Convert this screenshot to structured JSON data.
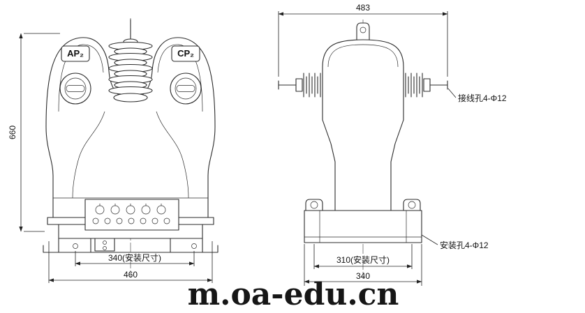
{
  "front_view": {
    "terminal_label_left": "AP₂",
    "terminal_label_right": "CP₂",
    "dim_height": "660",
    "dim_mounting_width": "340(安装尺寸)",
    "dim_overall_width": "460"
  },
  "side_view": {
    "dim_overall_top": "483",
    "dim_mounting_width": "310(安装尺寸)",
    "dim_overall_width": "340",
    "label_wiring_hole": "接线孔4-Φ12",
    "label_mounting_hole": "安装孔4-Φ12"
  },
  "watermark": {
    "text": "m.oa-edu.cn"
  }
}
